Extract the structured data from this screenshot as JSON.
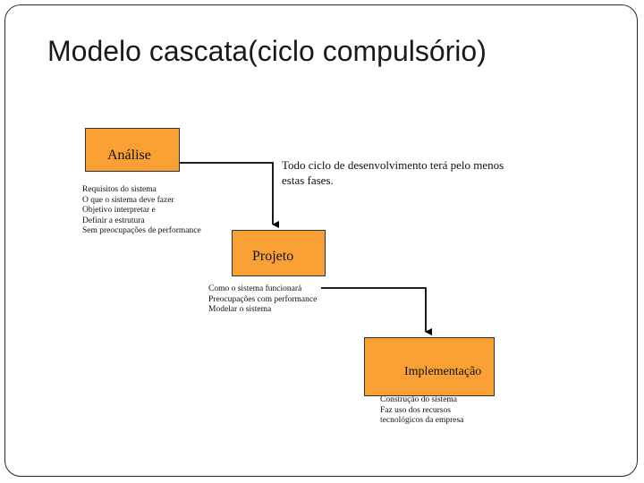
{
  "title": "Modelo cascata(ciclo compulsório)",
  "phases": [
    {
      "label": "Análise",
      "notes": [
        "Requisitos do sistema",
        "O que o sistema deve fazer",
        "Objetivo interpretar e",
        "Definir a estrutura",
        "Sem preocupações de performance"
      ]
    },
    {
      "label": "Projeto",
      "notes": [
        "Como o sistema funcionará",
        "Preocupações com performance",
        "Modelar o sistema"
      ]
    },
    {
      "label": "Implementação",
      "notes": [
        "Construção do sistema",
        "Faz uso dos recursos",
        "tecnológicos da empresa"
      ]
    }
  ],
  "note": [
    "Todo ciclo de desenvolvimento terá pelo menos",
    "estas fases."
  ],
  "colors": {
    "box_fill": "#f9a035",
    "box_border": "#333333",
    "line": "#000000"
  }
}
